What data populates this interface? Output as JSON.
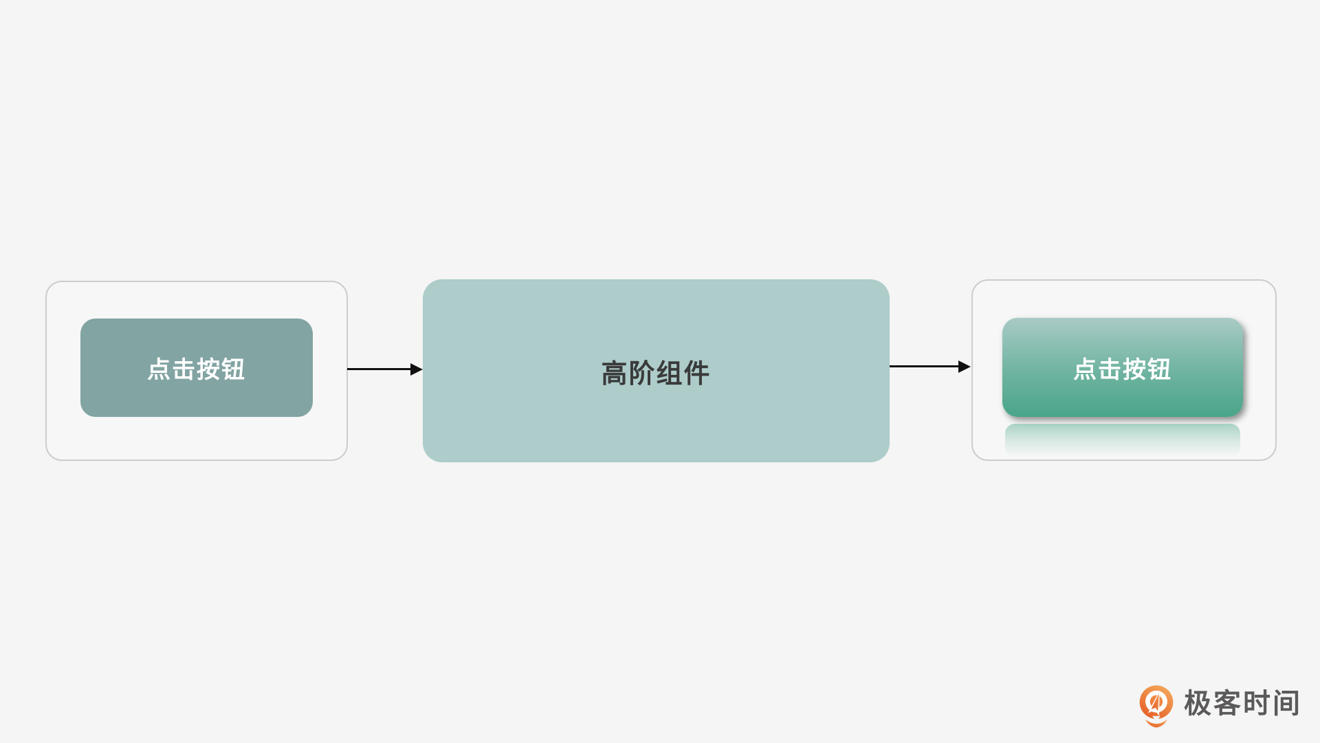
{
  "canvas": {
    "background": "#F4F5F4"
  },
  "diagram": {
    "source_panel": {
      "button": {
        "label": "点击按钮",
        "bg": "#82A4A3",
        "text_color": "#FFFFFF"
      }
    },
    "hoc_box": {
      "label": "高阶组件",
      "bg": "#ADCCCA",
      "text_color": "#3A3A3A"
    },
    "result_panel": {
      "button": {
        "label": "点击按钮",
        "gradient_top": "#A9CBC5",
        "gradient_bottom": "#49A58A",
        "text_color": "#FFFFFF",
        "has_shadow": true,
        "has_reflection": true
      }
    },
    "arrows": {
      "color": "#111111",
      "items": [
        {
          "from": "source-button",
          "to": "hoc-box"
        },
        {
          "from": "hoc-box",
          "to": "result-button"
        }
      ]
    },
    "panel_border_color": "#CBCECB"
  },
  "brand": {
    "name": "极客时间",
    "icon": "geektime-logo-icon",
    "icon_gradient_top": "#F5A85C",
    "icon_gradient_bottom": "#E55F26",
    "text_color": "#5B5959"
  }
}
